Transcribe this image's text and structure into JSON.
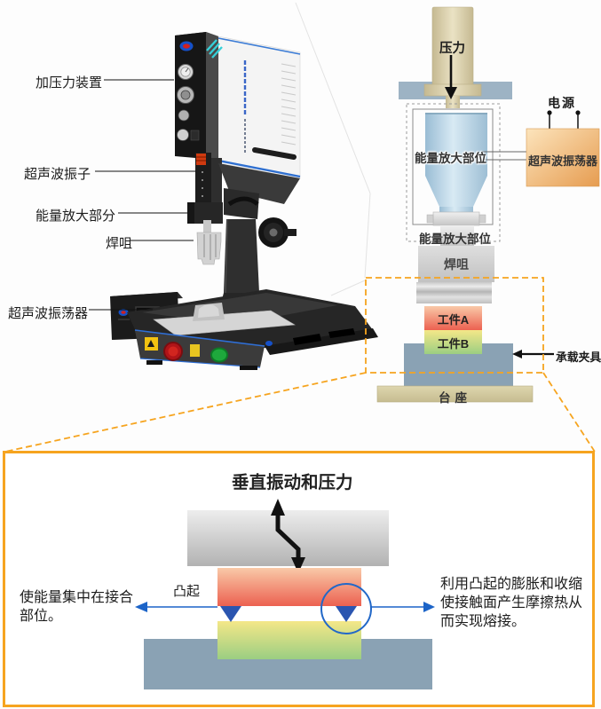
{
  "machine": {
    "labels": {
      "pressure_device": "加压力装置",
      "vibrator": "超声波振子",
      "booster": "能量放大部分",
      "horn_tip": "焊咀",
      "oscillator": "超声波振荡器"
    }
  },
  "schematic": {
    "pressure": "压力",
    "power": "电源",
    "oscillator": "超声波振荡器",
    "booster_upper": "能量放大部位",
    "booster_lower": "能量放大部位",
    "horn_tip": "焊咀",
    "workpiece_a": "工件A",
    "workpiece_b": "工件B",
    "fixture": "承载夹具",
    "base": "台座"
  },
  "detail": {
    "title": "垂直振动和压力",
    "protrusion": "凸起",
    "left_note": "使能量集中在接合\n部位。",
    "right_note": "利用凸起的膨胀和收缩\n使接触面产生摩擦热从\n而实现熔接。"
  },
  "colors": {
    "callout_orange": "#f6a41f",
    "arrow_blue": "#1c64c8",
    "fixture_blue_gray": "#8aa2b4",
    "crossbeam_blue_gray": "#9db3c4",
    "oscillator_orange": "#eeae66",
    "horn_light_blue": "#bcd6e6",
    "workpiece_a_red": "#ec6150",
    "workpiece_b_green": "#9bce82",
    "base_tan": "#d3caa0"
  }
}
